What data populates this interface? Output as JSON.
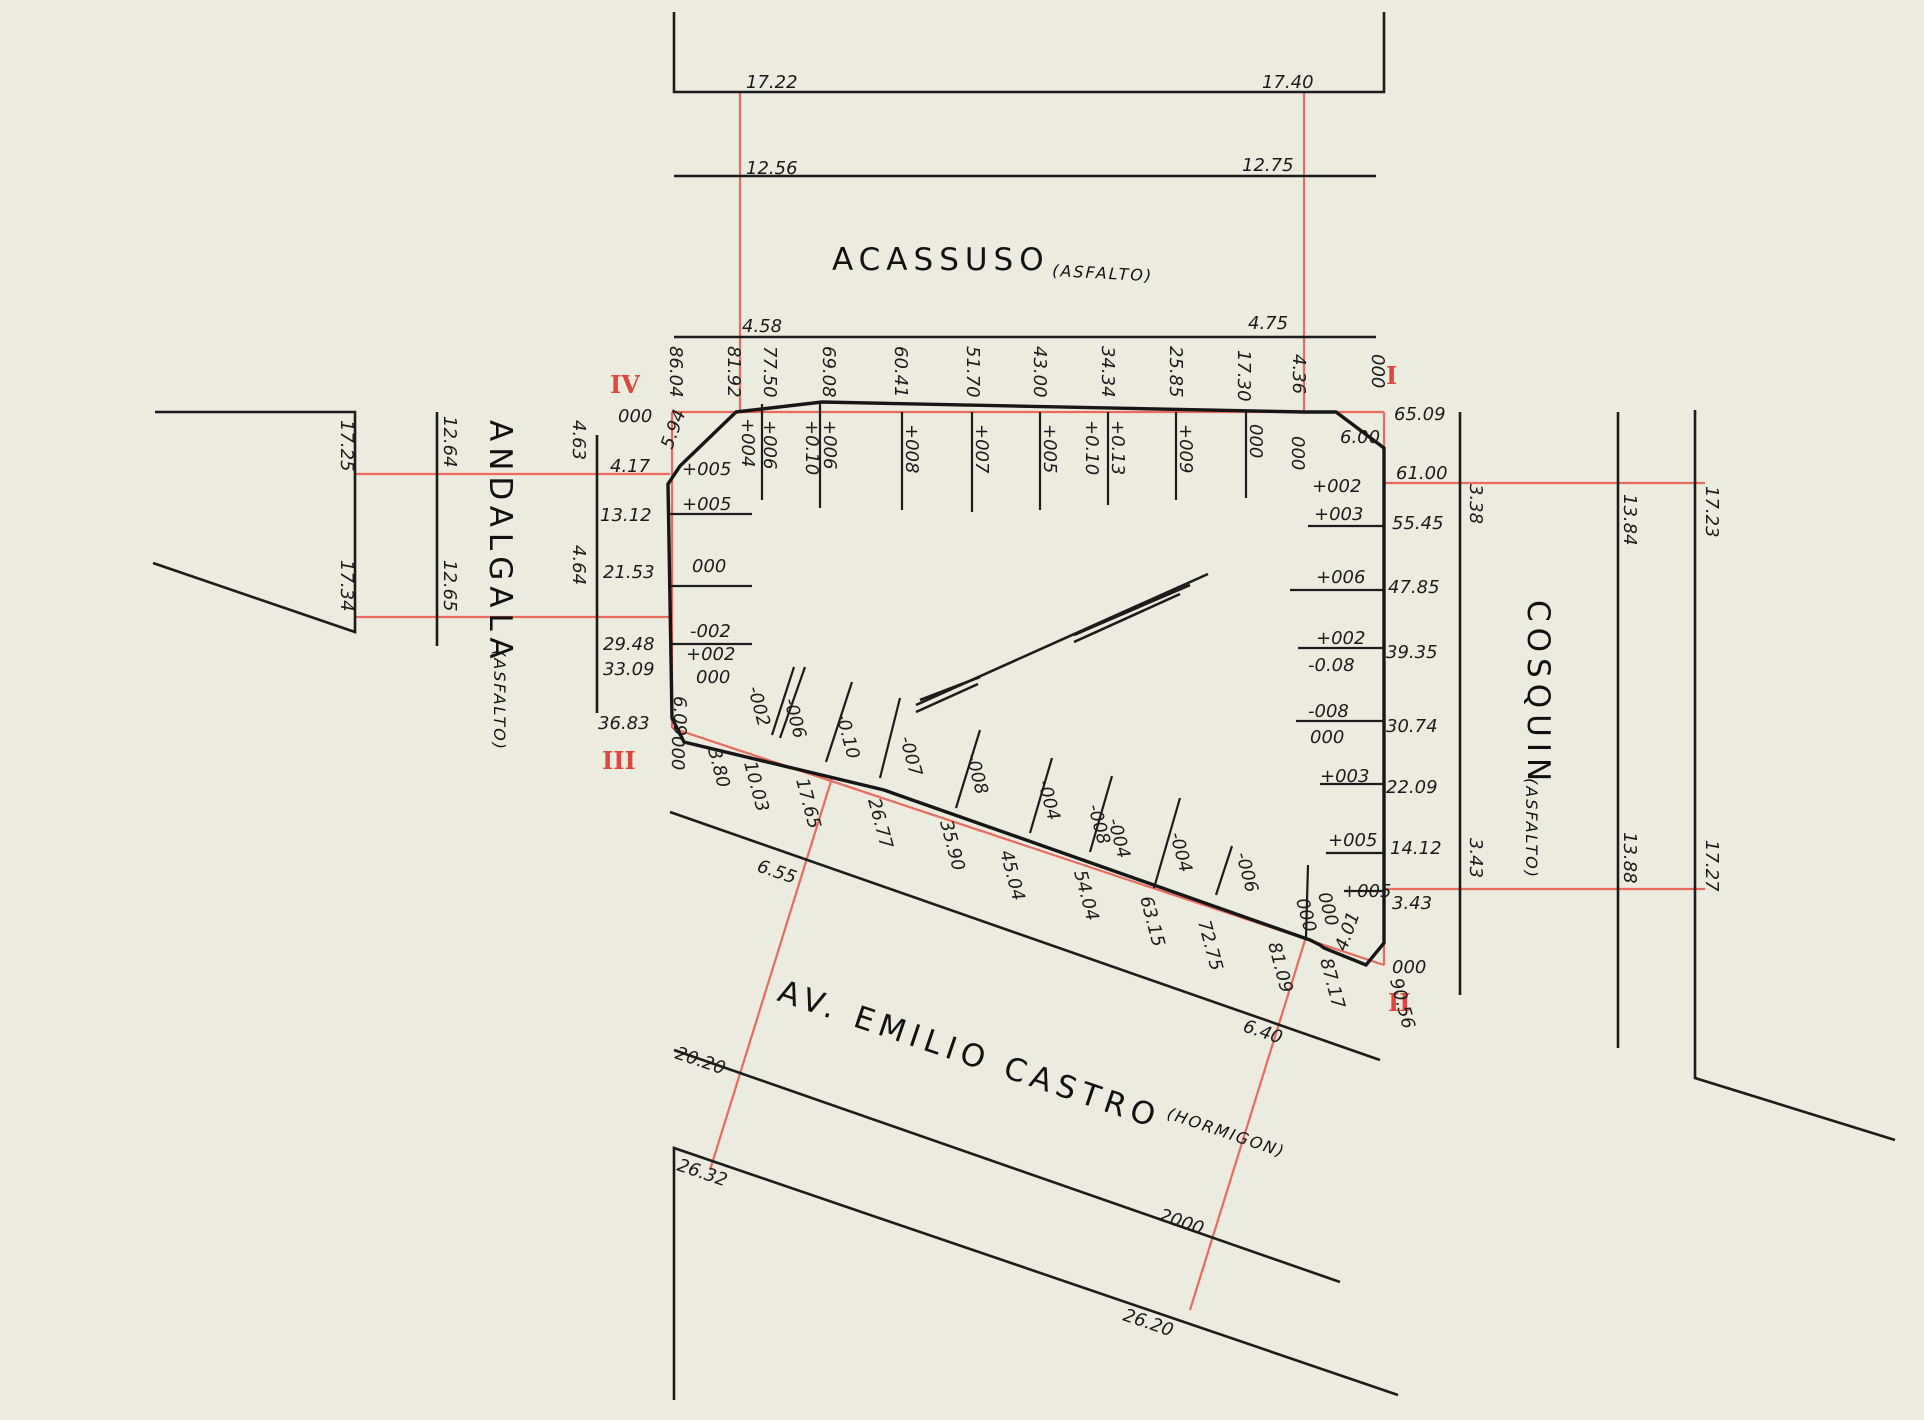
{
  "streets": {
    "top": {
      "name": "ACASSUSO",
      "surface": "(ASFALTO)"
    },
    "left": {
      "name": "ANDALGALA",
      "surface": "(ASFALTO)"
    },
    "right": {
      "name": "COSQUIN",
      "surface": "(ASFALTO)"
    },
    "bottom": {
      "name": "AV. EMILIO CASTRO",
      "surface": "(HORMIGON)"
    }
  },
  "corners": {
    "I": "I",
    "II": "II",
    "III": "III",
    "IV": "IV"
  },
  "top_street": {
    "far_left": "17.22",
    "far_right": "17.40",
    "center_left": "12.56",
    "center_right": "12.75",
    "near_left": "4.58",
    "near_right": "4.75"
  },
  "top_chainage": [
    "86.04",
    "81.92",
    "77.50",
    "69.08",
    "60.41",
    "51.70",
    "43.00",
    "34.34",
    "25.85",
    "17.30",
    "4.36",
    "000"
  ],
  "top_levels": [
    "+004",
    "+006",
    "+0.10",
    "+006",
    "+008",
    "+007",
    "+005",
    "+0.10",
    "+0.13",
    "+009",
    "000",
    "000"
  ],
  "left_street": {
    "far_top": "17.25",
    "far_bottom": "17.34",
    "center_top": "12.64",
    "center_bottom": "12.65",
    "near_top": "4.63",
    "near_bottom": "4.64"
  },
  "left_chainage": [
    "000",
    "4.17",
    "13.12",
    "21.53",
    "29.48",
    "33.09",
    "36.83"
  ],
  "left_levels": [
    "+005",
    "+005",
    "000",
    "-002",
    "+002",
    "000"
  ],
  "left_corner_cuts": [
    "5.94",
    "6.09"
  ],
  "right_chainage": [
    "65.09",
    "61.00",
    "55.45",
    "47.85",
    "39.35",
    "30.74",
    "22.09",
    "14.12",
    "3.43",
    "000"
  ],
  "right_levels": [
    "+002",
    "+003",
    "+006",
    "+002",
    "-0.08",
    "-008",
    "000",
    "+003",
    "+005",
    "+005"
  ],
  "right_corner_cuts": [
    "6.00",
    "4.01"
  ],
  "right_street": {
    "near_top": "3.38",
    "near_bottom": "3.43",
    "center_top": "13.84",
    "center_bottom": "13.88",
    "far_top": "17.23",
    "far_bottom": "17.27"
  },
  "bottom_chainage": [
    "000",
    "3.80",
    "10.03",
    "17.65",
    "26.77",
    "35.90",
    "45.04",
    "54.04",
    "63.15",
    "72.75",
    "81.09",
    "87.17",
    "90.56"
  ],
  "bottom_levels": [
    "-002",
    "-006",
    "-0.10",
    "-007",
    "-008",
    "-004",
    "-008",
    "-004",
    "-004",
    "-006",
    "000",
    "000"
  ],
  "bottom_street": {
    "near_left": "6.55",
    "near_right": "6.40",
    "center_left": "20.20",
    "center_right": "2000",
    "far_left": "26.32",
    "far_right": "26.20"
  }
}
